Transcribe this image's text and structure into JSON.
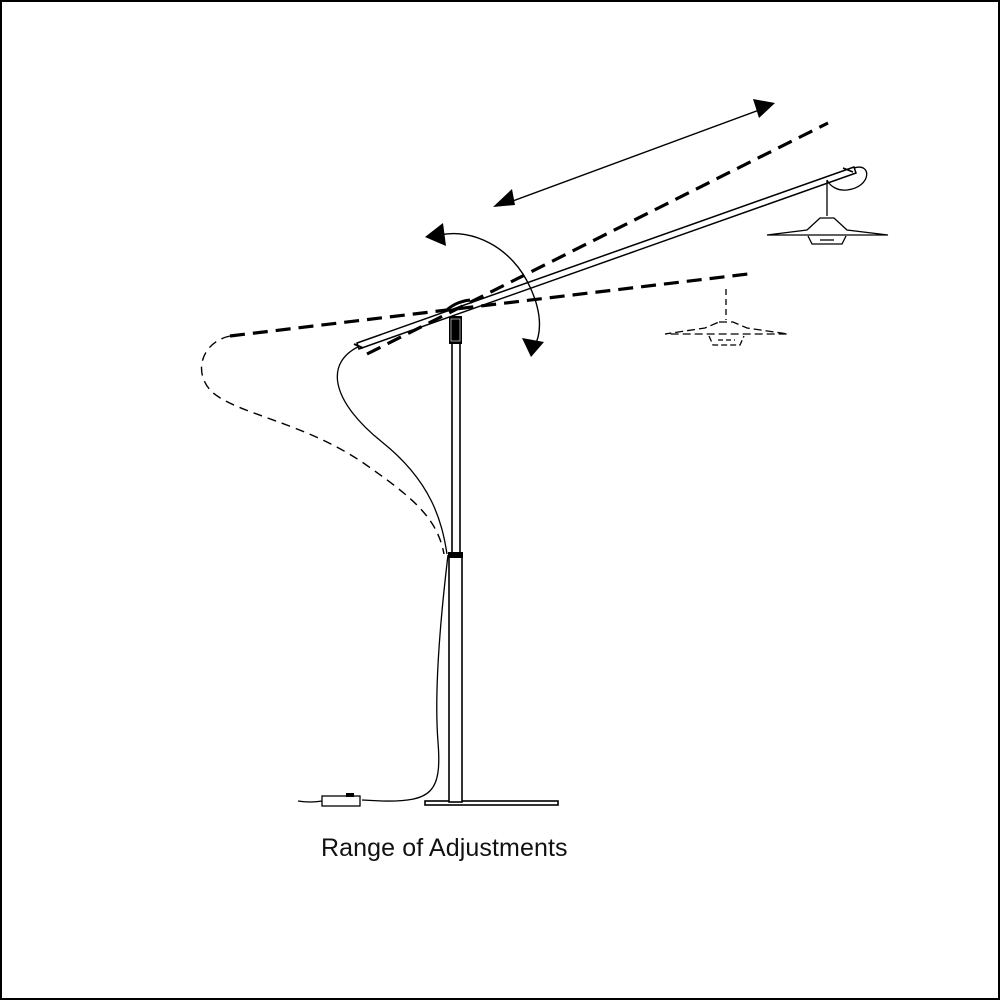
{
  "caption": "Range of Adjustments",
  "colors": {
    "line": "#000000",
    "background": "#ffffff"
  },
  "diagram": {
    "subject": "floor-lamp-with-boom-arm",
    "line_styles": {
      "current_position": "solid",
      "alternate_position": "dashed"
    },
    "indicators": [
      "extension-arrow",
      "rotation-arrow"
    ]
  }
}
